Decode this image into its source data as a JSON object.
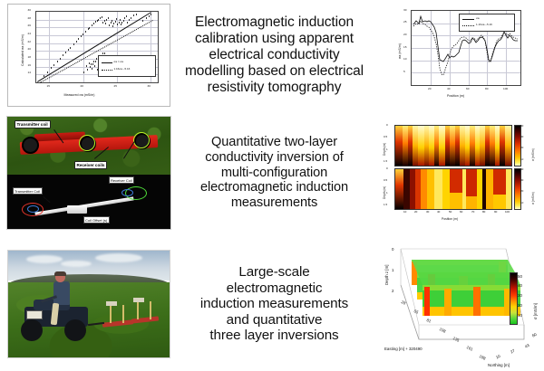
{
  "document": {
    "kind": "graphical-abstract",
    "rows": 3
  },
  "captions": {
    "row1": "Electromagnetic induction calibration using apparent electrical conductivity modelling based on electrical resistivity tomography",
    "row2": "Quantitative two-layer conductivity inversion of multi-configuration electromagnetic induction measurements",
    "row3": "Large-scale electromagnetic induction measurements and quantitative three layer inversions",
    "row1_lines": [
      "Electromagnetic induction",
      "calibration using apparent",
      "electrical conductivity",
      "modelling based on electrical",
      "resistivity tomography"
    ],
    "row2_lines": [
      "Quantitative two-layer",
      "conductivity inversion of",
      "multi-configuration",
      "electromagnetic induction",
      "measurements"
    ],
    "row3_lines": [
      "Large-scale",
      "electromagnetic",
      "induction measurements",
      "and quantitative",
      "three layer inversions"
    ]
  },
  "chart_data": [
    {
      "id": "scatter-calibration",
      "type": "scatter",
      "title": "",
      "xlabel": "Measured σa^EM (mS/m)",
      "ylabel": "Calculated σa^EM (mS/m)",
      "xlim": [
        13,
        31
      ],
      "ylim": [
        13.5,
        31
      ],
      "xticks": [
        15,
        20,
        25,
        30
      ],
      "yticks": [
        14,
        16,
        18,
        20,
        22,
        24,
        26,
        28,
        30
      ],
      "grid": true,
      "legend": [
        "σa^EM = σa^ER",
        "1.16*σa^ER - 5.16"
      ],
      "legend_position": "lower-right",
      "x": [
        15.0,
        15.6,
        16.1,
        16.4,
        16.9,
        17.2,
        17.6,
        18.0,
        18.3,
        18.6,
        19.0,
        19.3,
        19.6,
        19.9,
        20.2,
        20.5,
        20.8,
        21.0,
        21.3,
        21.6,
        21.8,
        22.0,
        22.2,
        22.4,
        22.6,
        22.8,
        23.0,
        23.1,
        23.3,
        23.5,
        23.6,
        23.8,
        23.9,
        24.0,
        24.2,
        24.3,
        24.5,
        24.6,
        24.7,
        24.9,
        25.0,
        25.1,
        25.2,
        25.3,
        25.5,
        25.6,
        25.8,
        26.0,
        26.3,
        26.6,
        27.0,
        27.5,
        28.0,
        28.4,
        28.8,
        29.1,
        29.3,
        21.5,
        21.9,
        22.3,
        22.7,
        23.2,
        20.8,
        21.2,
        21.6,
        22.0,
        22.4,
        22.9,
        23.4,
        20.3
      ],
      "y": [
        14.6,
        15.2,
        15.9,
        16.3,
        16.8,
        17.3,
        17.8,
        18.3,
        18.7,
        19.0,
        19.5,
        19.9,
        20.3,
        20.7,
        21.0,
        21.4,
        21.8,
        22.0,
        22.4,
        22.7,
        22.9,
        23.1,
        23.3,
        23.5,
        23.7,
        23.0,
        23.2,
        22.8,
        23.4,
        23.6,
        22.6,
        23.0,
        23.3,
        22.5,
        22.9,
        23.2,
        23.5,
        22.7,
        23.1,
        23.4,
        22.8,
        23.0,
        23.3,
        23.6,
        23.9,
        23.1,
        23.4,
        23.8,
        24.2,
        24.6,
        25.1,
        25.8,
        26.6,
        27.4,
        28.1,
        28.6,
        29.0,
        16.7,
        17.1,
        17.4,
        17.8,
        18.2,
        16.0,
        16.4,
        16.8,
        17.2,
        17.6,
        18.0,
        18.4,
        15.6
      ]
    },
    {
      "id": "profile-conductivity",
      "type": "line",
      "title": "",
      "xlabel": "Position (m)",
      "ylabel": "σa (mS/m)",
      "xlim": [
        0,
        115
      ],
      "ylim": [
        5,
        32
      ],
      "xticks": [
        20,
        40,
        60,
        80,
        100
      ],
      "yticks": [
        5,
        10,
        15,
        20,
        25,
        30
      ],
      "grid": true,
      "legend": [
        "σa^EM",
        "1.16*σa^ER - 5.16"
      ],
      "legend_position": "upper-right",
      "series": [
        {
          "name": "σa^EM",
          "style": "solid",
          "x": [
            2,
            5,
            8,
            10,
            12,
            14,
            16,
            18,
            20,
            22,
            24,
            26,
            28,
            30,
            32,
            34,
            36,
            38,
            40,
            42,
            44,
            46,
            48,
            50,
            52,
            54,
            56,
            58,
            60,
            62,
            64,
            66,
            68,
            70,
            72,
            74,
            76,
            78,
            80,
            82,
            84,
            86,
            88,
            90,
            92,
            94,
            96,
            98,
            100,
            102,
            104,
            106,
            108,
            110,
            113
          ],
          "y": [
            27,
            28.5,
            27.5,
            30,
            28,
            28.5,
            28,
            28.5,
            28,
            27,
            26,
            24,
            19,
            14,
            13.8,
            13.5,
            14.5,
            16,
            14.8,
            15.5,
            15.2,
            15.3,
            16,
            17,
            20,
            22,
            22.5,
            22,
            21,
            21.5,
            23,
            22.5,
            21.5,
            22,
            23,
            23.5,
            23,
            22,
            19,
            15,
            14,
            16,
            19.5,
            21,
            22,
            22.5,
            23.5,
            25,
            24,
            23,
            24,
            23.5,
            22.5,
            22,
            22
          ]
        },
        {
          "name": "1.16*σa^ER - 5.16",
          "style": "dotted",
          "x": [
            2,
            5,
            8,
            10,
            12,
            14,
            16,
            18,
            20,
            22,
            24,
            26,
            28,
            30,
            32,
            34,
            36,
            38,
            40,
            42,
            44,
            46,
            48,
            50,
            52,
            54,
            56,
            58,
            60,
            62,
            64,
            66,
            68,
            70,
            72,
            74,
            76,
            78,
            80,
            82,
            84,
            86,
            88,
            90,
            92,
            94,
            96,
            98,
            100,
            102,
            104,
            106,
            108,
            110,
            113
          ],
          "y": [
            26.5,
            27.5,
            27,
            28.5,
            27.5,
            27,
            26.5,
            26,
            25,
            24,
            22.5,
            20,
            16,
            11,
            8.5,
            8,
            10,
            13,
            16,
            18,
            19,
            19.5,
            20,
            21,
            22,
            22.5,
            22.5,
            22,
            21,
            21,
            22,
            22,
            21,
            21.5,
            22.5,
            23,
            22.5,
            21,
            18,
            14.5,
            14.5,
            17,
            20,
            21,
            21.5,
            22,
            23,
            24,
            23.5,
            23,
            23.5,
            23,
            22.5,
            22,
            21.5
          ]
        }
      ]
    },
    {
      "id": "heatmap-two-layer-top",
      "type": "heatmap",
      "xlabel": "Position (m)",
      "ylabel": "Depth (m)",
      "xticks": [
        10,
        20,
        30,
        40,
        50,
        60,
        70,
        80,
        90,
        100
      ],
      "yticks": [
        0,
        0.5,
        1,
        1.5
      ],
      "colorbar_label": "σ (mS/m)",
      "colorbar_ticks": [
        10,
        20,
        30,
        40
      ]
    },
    {
      "id": "heatmap-two-layer-bottom",
      "type": "heatmap",
      "xlabel": "Position (m)",
      "ylabel": "Depth (m)",
      "xticks": [
        10,
        20,
        30,
        40,
        50,
        60,
        70,
        80,
        90,
        100
      ],
      "yticks": [
        0,
        0.5,
        1,
        1.5
      ],
      "colorbar_label": "σ (mS/m)",
      "colorbar_ticks": [
        10,
        20,
        30,
        40
      ]
    },
    {
      "id": "block3d-three-layer",
      "type": "heatmap",
      "projection": "3d-fence",
      "xlabel": "Easting [m] + 320490",
      "ylabel": "Northing [m]",
      "zlabel": "Depth z [m]",
      "xticks": [
        28,
        55,
        81,
        108,
        135,
        161,
        188
      ],
      "yticks": [
        10,
        27,
        43,
        60
      ],
      "zticks": [
        0,
        1,
        2
      ],
      "colorbar_label": "σ [mS/m]",
      "colorbar_ticks": [
        10,
        20,
        30,
        40,
        50
      ]
    }
  ],
  "figures": {
    "scatter": {
      "xlabel": "Measured σa (mS/m)",
      "ylabel": "Calculated σa (mS/m)",
      "xticks": [
        "15",
        "20",
        "25",
        "30"
      ],
      "yticks": [
        "30",
        "28",
        "26",
        "24",
        "22",
        "20",
        "18",
        "16",
        "14"
      ],
      "legend_1": "σa  = σa",
      "legend_2": "1.16σa −5.16"
    },
    "profile": {
      "xlabel": "Position (m)",
      "ylabel": "σa (mS/m)",
      "xticks": [
        "20",
        "40",
        "60",
        "80",
        "100"
      ],
      "yticks": [
        "30",
        "25",
        "20",
        "15",
        "10",
        "5"
      ],
      "legend_1": "σa",
      "legend_2": "1.16σa −5.16"
    },
    "instrument": {
      "label_transmitter_photo": "Transmitter coil",
      "label_receiver_photo": "Receiver coils",
      "label_transmitter_diagram": "Transmitter Coil",
      "label_receiver_diagram": "Receiver Coil",
      "label_offset": "Coil Offset (s)"
    },
    "heatmaps": {
      "xlabel": "Position (m)",
      "ylabel": "Depth (m)",
      "xticks": [
        "10",
        "20",
        "30",
        "40",
        "50",
        "60",
        "70",
        "80",
        "90",
        "100"
      ],
      "yticks_top": [
        "0",
        "0.5",
        "1",
        "1.5"
      ],
      "yticks_bottom": [
        "0",
        "0.5",
        "1",
        "1.5"
      ],
      "colorbar_label": "σ (mS/m)",
      "colorbar_ticks": [
        "40",
        "30",
        "20",
        "10"
      ]
    },
    "plot3d": {
      "zlabel": "Depth z [m]",
      "zticks": [
        "0",
        "1",
        "2"
      ],
      "xlabel": "Easting [m] + 320490",
      "xticks": [
        "28",
        "55",
        "81",
        "108",
        "135",
        "161",
        "188"
      ],
      "ylabel": "Northing [m]",
      "yticks": [
        "10",
        "27",
        "43",
        "60"
      ],
      "colorbar_label": "σ [mS/m]",
      "colorbar_ticks": [
        "50",
        "40",
        "30",
        "20",
        "10"
      ]
    }
  },
  "colors": {
    "accent_red": "#e2291c",
    "accent_green": "#4fdc3a",
    "highlight_ring": "#b9f227",
    "text": "#111111"
  }
}
